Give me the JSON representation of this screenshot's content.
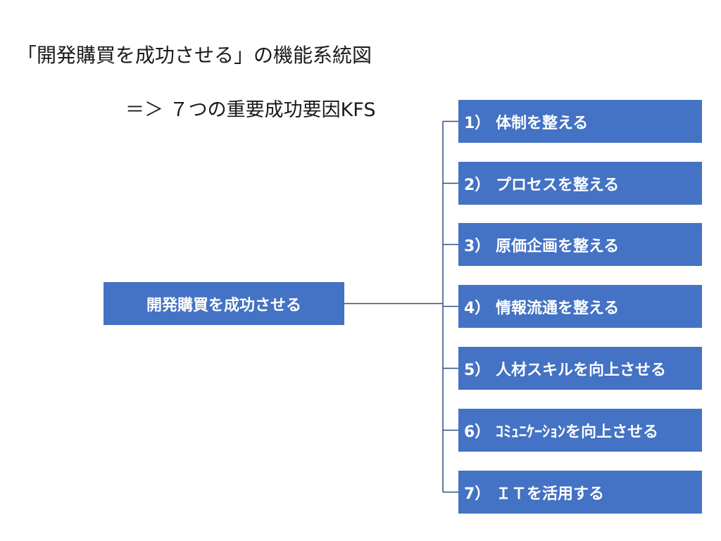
{
  "slide": {
    "title": "「開発購買を成功させる」の機能系統図",
    "subtitle": "＝＞ ７つの重要成功要因KFS"
  },
  "diagram": {
    "root_label": "開発購買を成功させる",
    "branches": [
      {
        "label": "1） 体制を整える"
      },
      {
        "label": "2） プロセスを整える"
      },
      {
        "label": "3） 原価企画を整える"
      },
      {
        "label": "4） 情報流通を整える"
      },
      {
        "label": "5） 人材スキルを向上させる"
      },
      {
        "label": "6） ｺﾐｭﾆｹｰｼｮﾝを向上させる"
      },
      {
        "label": "7） ＩＴを活用する"
      }
    ],
    "colors": {
      "box_fill": "#4472c4",
      "box_text": "#ffffff",
      "connector": "#2f4f7f"
    }
  }
}
